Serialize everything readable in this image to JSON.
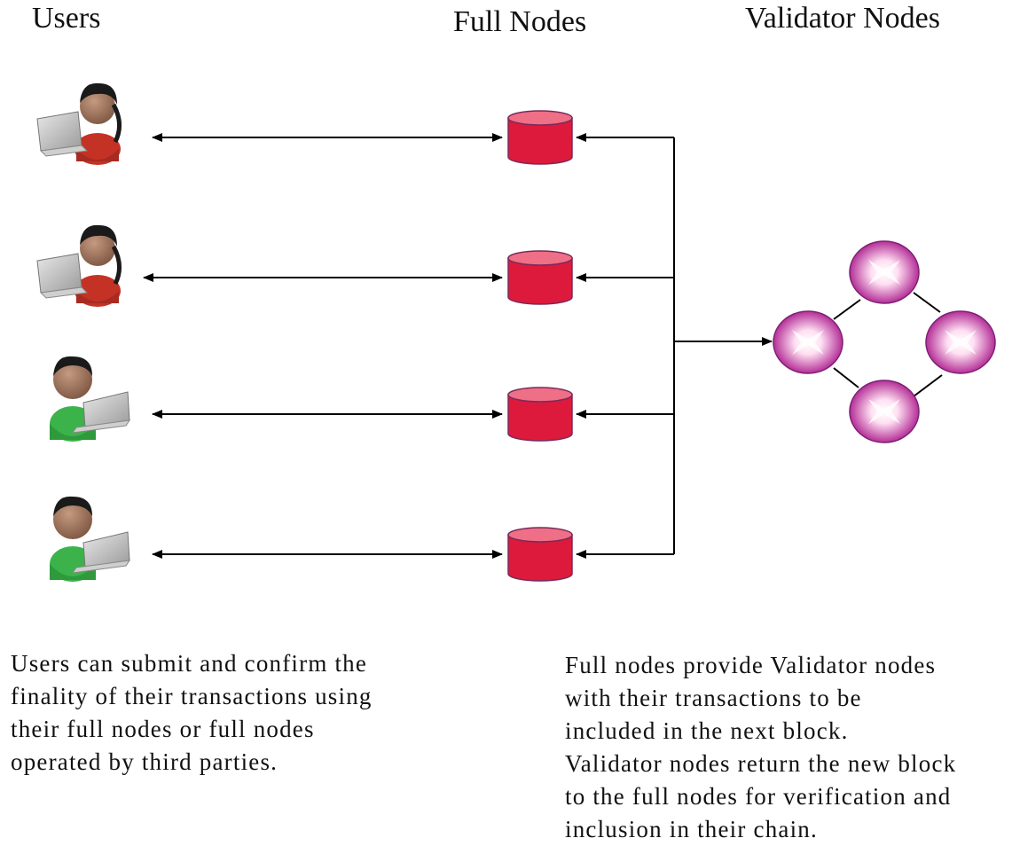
{
  "headers": {
    "users": "Users",
    "full_nodes": "Full Nodes",
    "validator_nodes": "Validator Nodes"
  },
  "users": [
    {
      "icon": "user-red-shirt-laptop-icon"
    },
    {
      "icon": "user-red-shirt-laptop-icon"
    },
    {
      "icon": "user-green-shirt-laptop-icon"
    },
    {
      "icon": "user-green-shirt-laptop-icon"
    }
  ],
  "full_nodes": [
    {
      "icon": "database-cylinder-icon"
    },
    {
      "icon": "database-cylinder-icon"
    },
    {
      "icon": "database-cylinder-icon"
    },
    {
      "icon": "database-cylinder-icon"
    }
  ],
  "validators": [
    {
      "icon": "validator-node-icon"
    },
    {
      "icon": "validator-node-icon"
    },
    {
      "icon": "validator-node-icon"
    },
    {
      "icon": "validator-node-icon"
    }
  ],
  "colors": {
    "full_node": "#dd1a3c",
    "full_node_top": "#ef6f86",
    "validator_center": "#ffe0f2",
    "validator_edge": "#a81288",
    "shirt_red": "#c43225",
    "shirt_green": "#3bb34a"
  },
  "captions": {
    "users": [
      "Users can submit and confirm the",
      "finality of their transactions using",
      "their full nodes or full nodes",
      "operated by third parties."
    ],
    "validators": [
      "Full nodes provide Validator nodes",
      "with their transactions to be",
      "included in the next block.",
      "Validator nodes return the new block",
      "to the full nodes for verification and",
      "inclusion in their chain."
    ]
  }
}
